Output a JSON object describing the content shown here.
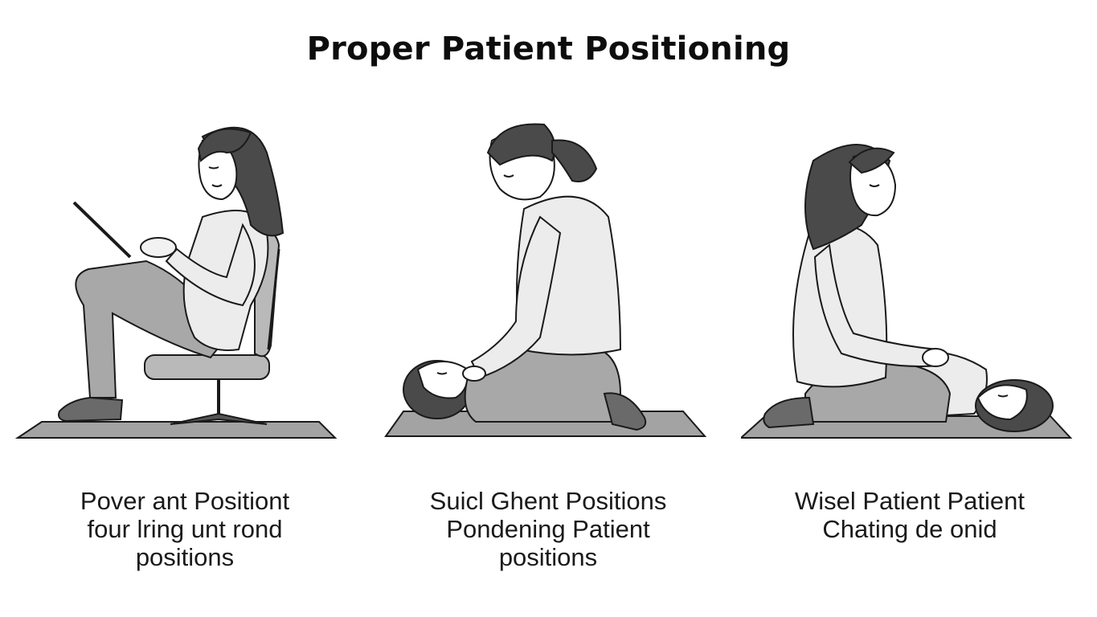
{
  "title": "Proper Patient Positioning",
  "panels": [
    {
      "illustration_icon": "woman-seated-in-chair-illustration",
      "caption_lines": [
        "Pover ant Positiont",
        "four lring unt rond",
        "positions"
      ]
    },
    {
      "illustration_icon": "woman-kneeling-at-patient-head-illustration",
      "caption_lines": [
        "Suicl Ghent Positions",
        "Pondening Patient",
        "positions"
      ]
    },
    {
      "illustration_icon": "woman-kneeling-beside-patient-illustration",
      "caption_lines": [
        "Wisel Patient Patient",
        "Chating de onid"
      ]
    }
  ],
  "colors": {
    "background": "#ffffff",
    "ink": "#1a1a1a",
    "hair": "#4a4a4a",
    "shirt": "#ececec",
    "pants": "#a8a8a8",
    "mat": "#9e9e9e"
  }
}
